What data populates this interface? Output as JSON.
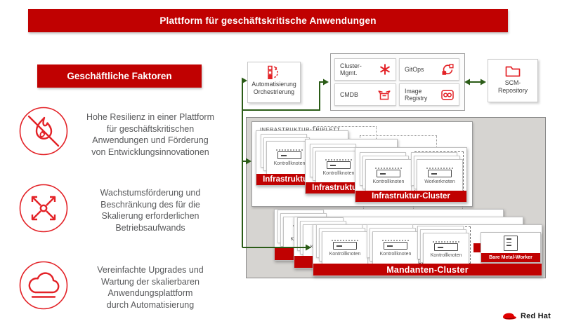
{
  "header": {
    "title": "Plattform für geschäftskritische Anwendungen"
  },
  "factors": {
    "heading": "Geschäftliche Faktoren",
    "items": [
      {
        "icon": "no-fire-icon",
        "text": "Hohe Resilienz in einer Plattform\nfür geschäftskritischen\nAnwendungen und Förderung\nvon Entwicklungsinnovationen"
      },
      {
        "icon": "expand-arrows-icon",
        "text": "Wachstumsförderung und\nBeschränkung des für die\nSkalierung erforderlichen\nBetriebsaufwands"
      },
      {
        "icon": "cloud-icon",
        "text": "Vereinfachte Upgrades und\nWartung der skalierbaren\nAnwendungsplattform\ndurch Automatisierung"
      }
    ]
  },
  "flow": {
    "automation": {
      "label": "Automatisierung\nOrchestrierung",
      "icon": "automation-icon"
    },
    "services": [
      {
        "label": "Cluster-\nMgmt.",
        "icon": "asterisk-icon"
      },
      {
        "label": "GitOps",
        "icon": "gitops-loop-icon"
      },
      {
        "label": "CMDB",
        "icon": "open-box-icon"
      },
      {
        "label": "Image\nRegistry",
        "icon": "binoculars-icon"
      }
    ],
    "scm": {
      "label": "SCM-\nRepository",
      "icon": "folder-icon"
    }
  },
  "clusters": {
    "triplett_label": "INFRASTRUKTUR-TRIPLETT",
    "infra_label": "Infrastruktur-Cluster",
    "mandanten_label": "Mandanten-Cluster",
    "control_node": "Kontrollknoten",
    "worker_node": "Workerknoten",
    "bare_metal": "Bare Metal-Worker"
  },
  "branding": {
    "logo_text": "Red Hat"
  },
  "colors": {
    "banner_red": "#c00101",
    "icon_red": "#e32227",
    "arrow_green": "#2b5c17",
    "panel_gray": "#d6d4d1",
    "text_gray": "#58595b"
  }
}
